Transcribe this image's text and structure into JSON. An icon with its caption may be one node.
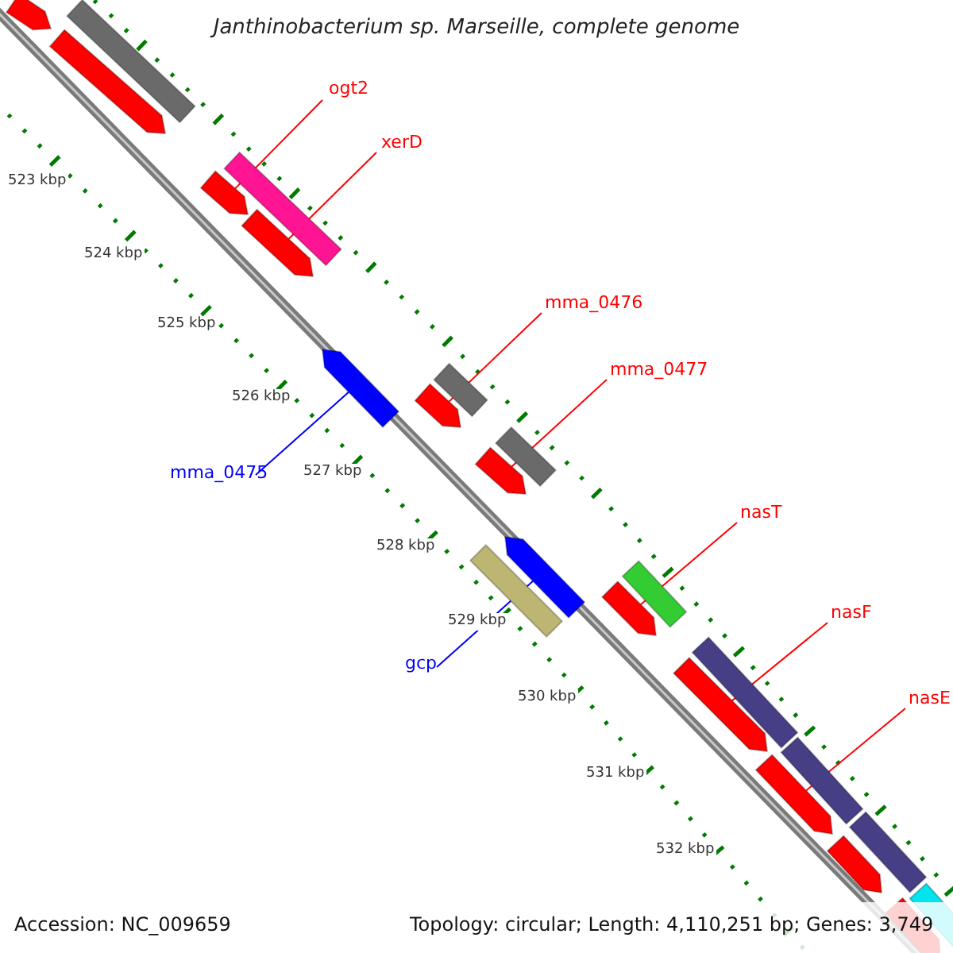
{
  "diagram": {
    "title": "Janthinobacterium sp. Marseille, complete genome",
    "nodes": [
      {
        "text": [],
        "shape": "arrow"
      },
      {
        "text": [],
        "shape": "bar"
      },
      {
        "text": [],
        "shape": "arrow"
      },
      {
        "text": [],
        "shape": "bar"
      },
      {
        "text": [],
        "shape": "arrow"
      },
      {
        "text": [],
        "shape": "arrow"
      },
      {
        "text": [],
        "shape": "arrow"
      },
      {
        "text": [],
        "shape": "bar"
      },
      {
        "text": [],
        "shape": "arrow"
      },
      {
        "text": [],
        "shape": "bar"
      },
      {
        "text": [],
        "shape": "arrow"
      },
      {
        "text": [],
        "shape": "bar"
      },
      {
        "text": [],
        "shape": "arrow"
      },
      {
        "text": [],
        "shape": "bar"
      },
      {
        "text": [],
        "shape": "arrow"
      },
      {
        "text": [],
        "shape": "bar"
      },
      {
        "text": [],
        "shape": "arrow"
      },
      {
        "text": [],
        "shape": "bar"
      },
      {
        "text": [],
        "shape": "arrow"
      },
      {
        "text": [],
        "shape": "bar"
      },
      {
        "text": [],
        "shape": "arrow"
      },
      {
        "text": [],
        "shape": "bar"
      },
      {
        "text": [],
        "shape": "arrow"
      },
      {
        "text": [
          "ogt2"
        ]
      },
      {
        "text": [
          "xerD"
        ]
      },
      {
        "text": [
          "mma_0475"
        ]
      },
      {
        "text": [
          "mma_0476"
        ]
      },
      {
        "text": [
          "mma_0477"
        ]
      },
      {
        "text": [
          "gcp"
        ]
      },
      {
        "text": [
          "nasT"
        ]
      },
      {
        "text": [
          "nasF"
        ]
      },
      {
        "text": [
          "nasE"
        ]
      }
    ],
    "edges": [
      {
        "from": 23,
        "to": 4,
        "arrow": "none"
      },
      {
        "from": 24,
        "to": 5,
        "arrow": "none"
      },
      {
        "from": 25,
        "to": 6,
        "arrow": "none",
        "color": "#0000ff"
      },
      {
        "from": 26,
        "to": 8,
        "arrow": "none"
      },
      {
        "from": 27,
        "to": 10,
        "arrow": "none"
      },
      {
        "from": 28,
        "to": 12,
        "arrow": "none",
        "color": "#0000ff"
      },
      {
        "from": 29,
        "to": 14,
        "arrow": "none"
      },
      {
        "from": 30,
        "to": 16,
        "arrow": "none"
      },
      {
        "from": 31,
        "to": 18,
        "arrow": "none"
      }
    ],
    "labels": [
      "523 kbp",
      "524 kbp",
      "525 kbp",
      "526 kbp",
      "527 kbp",
      "528 kbp",
      "529 kbp",
      "530 kbp",
      "531 kbp",
      "532 kbp",
      "Accession: NC_009659",
      "Topology: circular; Length: 4,110,251 bp; Genes: 3,749"
    ]
  }
}
